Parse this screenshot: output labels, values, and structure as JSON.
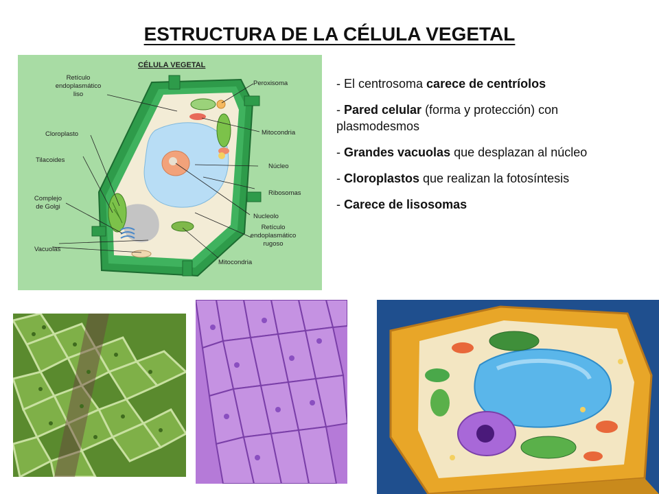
{
  "title": "ESTRUCTURA DE LA CÉLULA VEGETAL",
  "diagram": {
    "heading": "CÉLULA VEGETAL",
    "labels": {
      "reticulo_liso_1": "Retículo",
      "reticulo_liso_2": "endoplasmático",
      "reticulo_liso_3": "liso",
      "cloroplasto": "Cloroplasto",
      "tilacoides": "Tilacoides",
      "golgi_1": "Complejo",
      "golgi_2": "de Golgi",
      "vacuolas": "Vacuolas",
      "peroxisoma": "Peroxisoma",
      "mitocondria_top": "Mitocondria",
      "nucleo": "Núcleo",
      "ribosomas": "Ribosomas",
      "nucleolo": "Nucleolo",
      "reticulo_rugoso_1": "Retículo",
      "reticulo_rugoso_2": "endoplasmático",
      "reticulo_rugoso_3": "rugoso",
      "mitocondria_bottom": "Mitocondria"
    }
  },
  "bullets": {
    "b1": {
      "prefix": "- El centrosoma ",
      "bold": "carece de centríolos",
      "rest": ""
    },
    "b2": {
      "prefix": "- ",
      "bold": "Pared celular",
      "rest": " (forma y protección) con plasmodesmos"
    },
    "b3": {
      "prefix": "- ",
      "bold": "Grandes vacuolas",
      "rest": " que desplazan al núcleo"
    },
    "b4": {
      "prefix": "- ",
      "bold": "Cloroplastos",
      "rest": " que realizan la fotosíntesis"
    },
    "b5": {
      "prefix": "- ",
      "bold": "Carece de lisosomas",
      "rest": ""
    }
  },
  "colors": {
    "diagram_bg": "#a8dca4",
    "cell_wall": "#2e9b4a",
    "vacuole": "#b8ddf5",
    "nucleus": "#f2a27a",
    "micro_green": "#5a8a2e",
    "micro_purple": "#b57ad8",
    "model_wall": "#e8a628",
    "model_bg": "#1f4f8e"
  }
}
